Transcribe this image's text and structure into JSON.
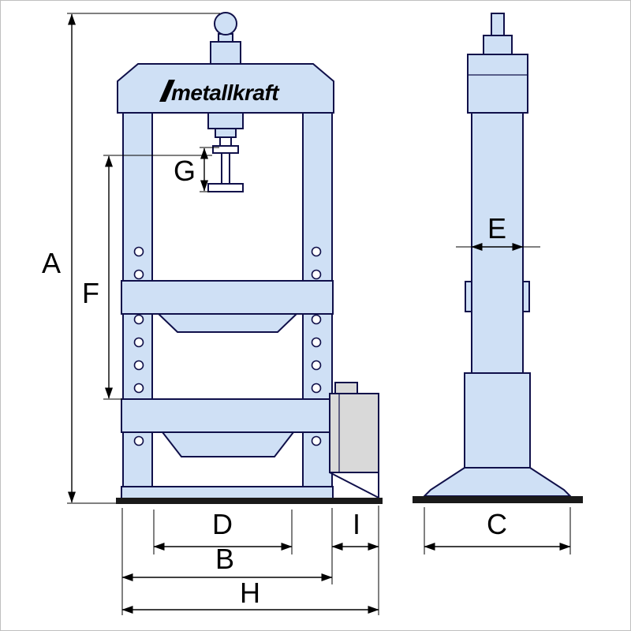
{
  "logo": {
    "text": "metallkraft"
  },
  "dim_labels": {
    "A": "A",
    "B": "B",
    "C": "C",
    "D": "D",
    "E": "E",
    "F": "F",
    "G": "G",
    "H": "H",
    "I": "I"
  },
  "colors": {
    "body_fill": "#cfe0f5",
    "pump_fill": "#d9d9d9",
    "outline": "#10104a",
    "dimension_line": "#000000",
    "ground_plate": "#1a1a1a",
    "background": "#ffffff",
    "frame_border": "#bfbfbf"
  }
}
